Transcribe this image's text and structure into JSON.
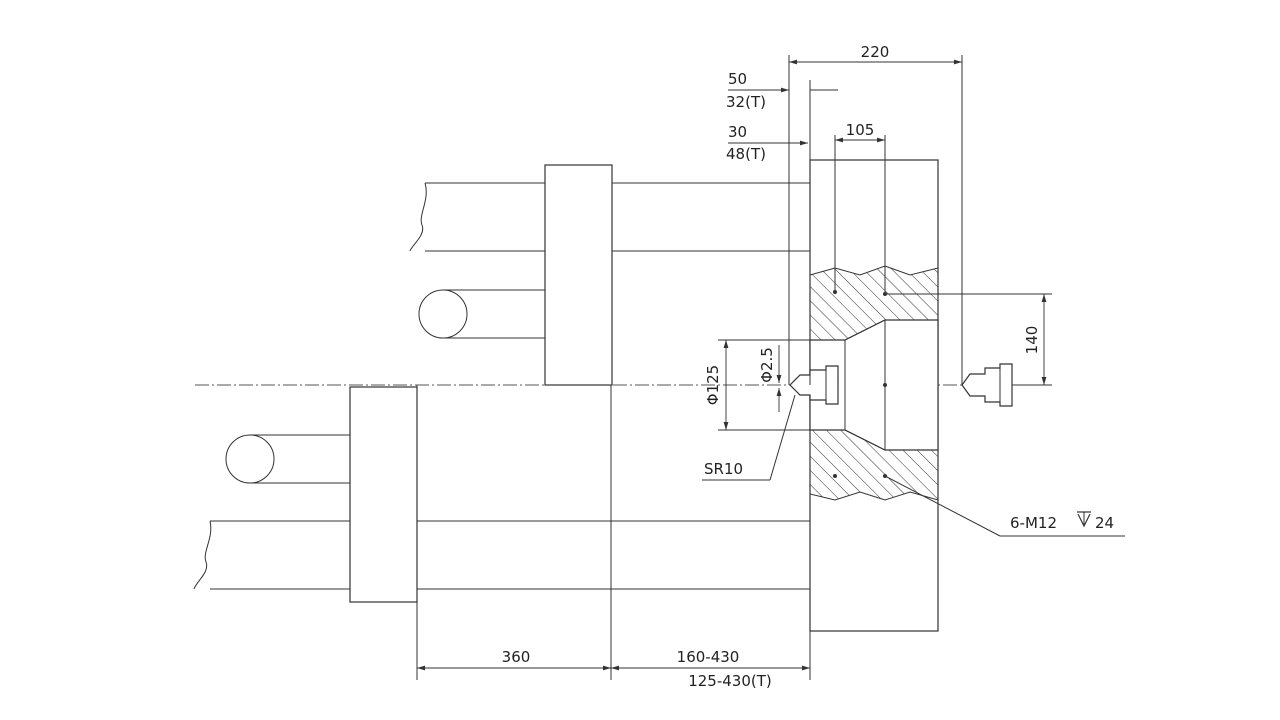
{
  "dimensions": {
    "top_width": "220",
    "nozzle_a_top": "50",
    "nozzle_a_bottom": "32(T)",
    "nozzle_b_top": "30",
    "nozzle_b_bottom": "48(T)",
    "bolt_pitch": "105",
    "vertical_offset": "140",
    "locating_ring_dia": "Φ125",
    "nozzle_hole_dia": "Φ2.5",
    "nozzle_radius": "SR10",
    "thread_spec": "6-M12",
    "thread_depth": "24",
    "bottom_stroke": "360",
    "bottom_range_top": "160-430",
    "bottom_range_bottom": "125-430(T)"
  },
  "colors": {
    "line": "#333333",
    "background": "#ffffff"
  }
}
